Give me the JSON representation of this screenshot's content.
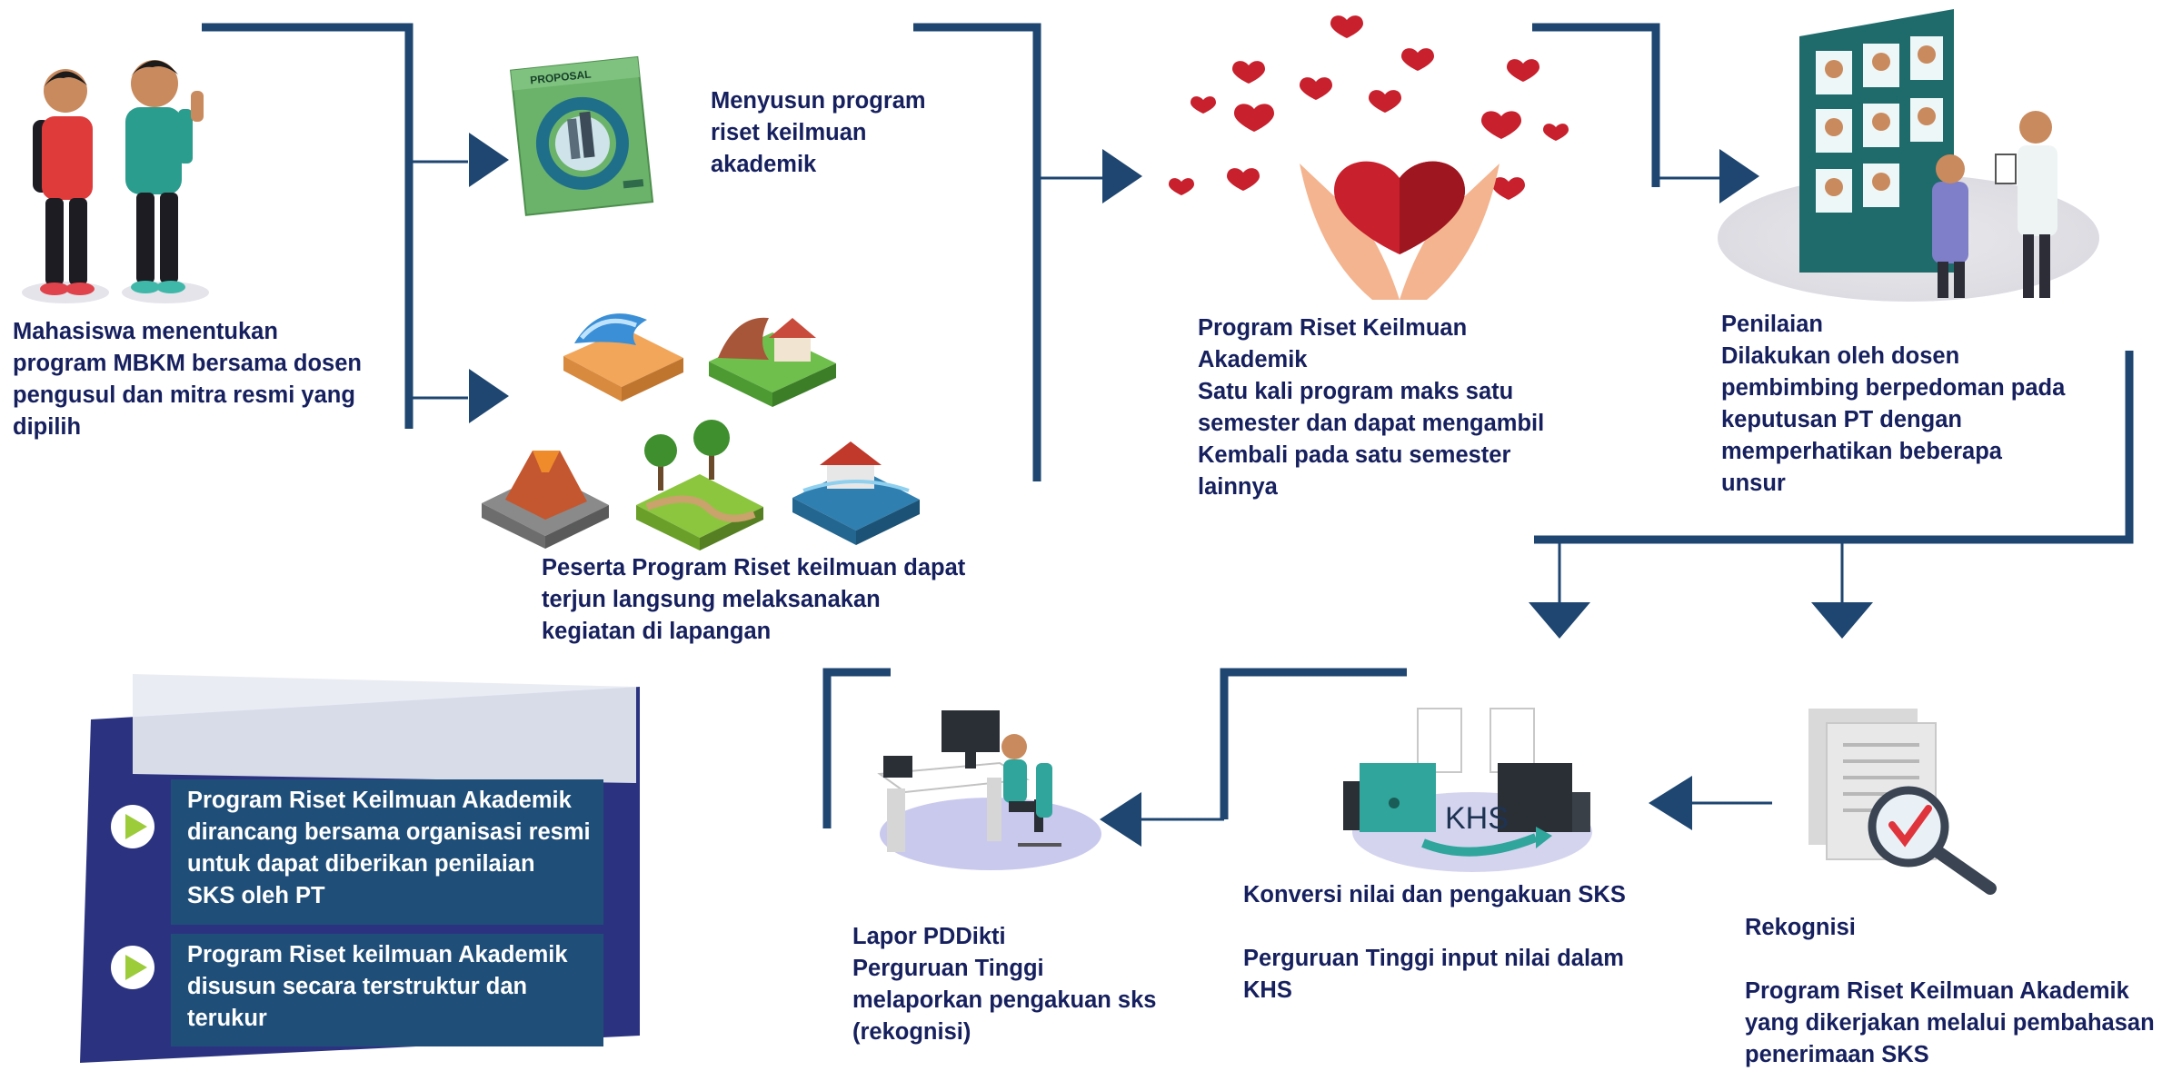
{
  "steps": {
    "mahasiswa": "Mahasiswa menentukan\nprogram MBKM bersama dosen\npengusul dan mitra resmi yang\ndipilih",
    "menyusun": "Menyusun program\nriset keilmuan\nakademik",
    "peserta": "Peserta Program Riset keilmuan dapat\nterjun langsung melaksanakan\nkegiatan di lapangan",
    "program": "Program Riset Keilmuan\nAkademik\nSatu kali program maks satu\nsemester dan dapat mengambil\nKembali pada satu semester\nlainnya",
    "penilaian": "Penilaian\nDilakukan oleh dosen\npembimbing berpedoman pada\nkeputusan PT dengan\nmemperhatikan beberapa\nunsur",
    "rekognisi_title": "Rekognisi",
    "rekognisi_desc": "Program Riset Keilmuan Akademik\nyang dikerjakan melalui pembahasan\npenerimaan SKS",
    "konversi_title": "Konversi nilai dan pengakuan SKS",
    "konversi_desc": "Perguruan Tinggi input nilai dalam\nKHS",
    "lapor": "Lapor PDDikti\nPerguruan Tinggi\nmelaporkan pengakuan sks\n(rekognisi)"
  },
  "proposal_label": "PROPOSAL",
  "khs_label": "KHS",
  "summary": [
    "Program Riset Keilmuan Akademik\ndirancang bersama organisasi resmi\nuntuk dapat  diberikan  penilaian\nSKS oleh PT",
    "Program Riset keilmuan Akademik\ndisusun secara terstruktur dan\nterukur"
  ],
  "colors": {
    "text": "#16205e",
    "connector": "#1e4670",
    "card": "#1f4e79",
    "panel": "#2b3380",
    "accent": "#9ccc3a"
  },
  "icons": [
    "students-illustration",
    "proposal-document-icon",
    "field-research-illustration",
    "hands-heart-illustration",
    "video-call-board-illustration",
    "document-search-icon",
    "khs-folders-illustration",
    "computer-desk-illustration",
    "play-icon"
  ]
}
